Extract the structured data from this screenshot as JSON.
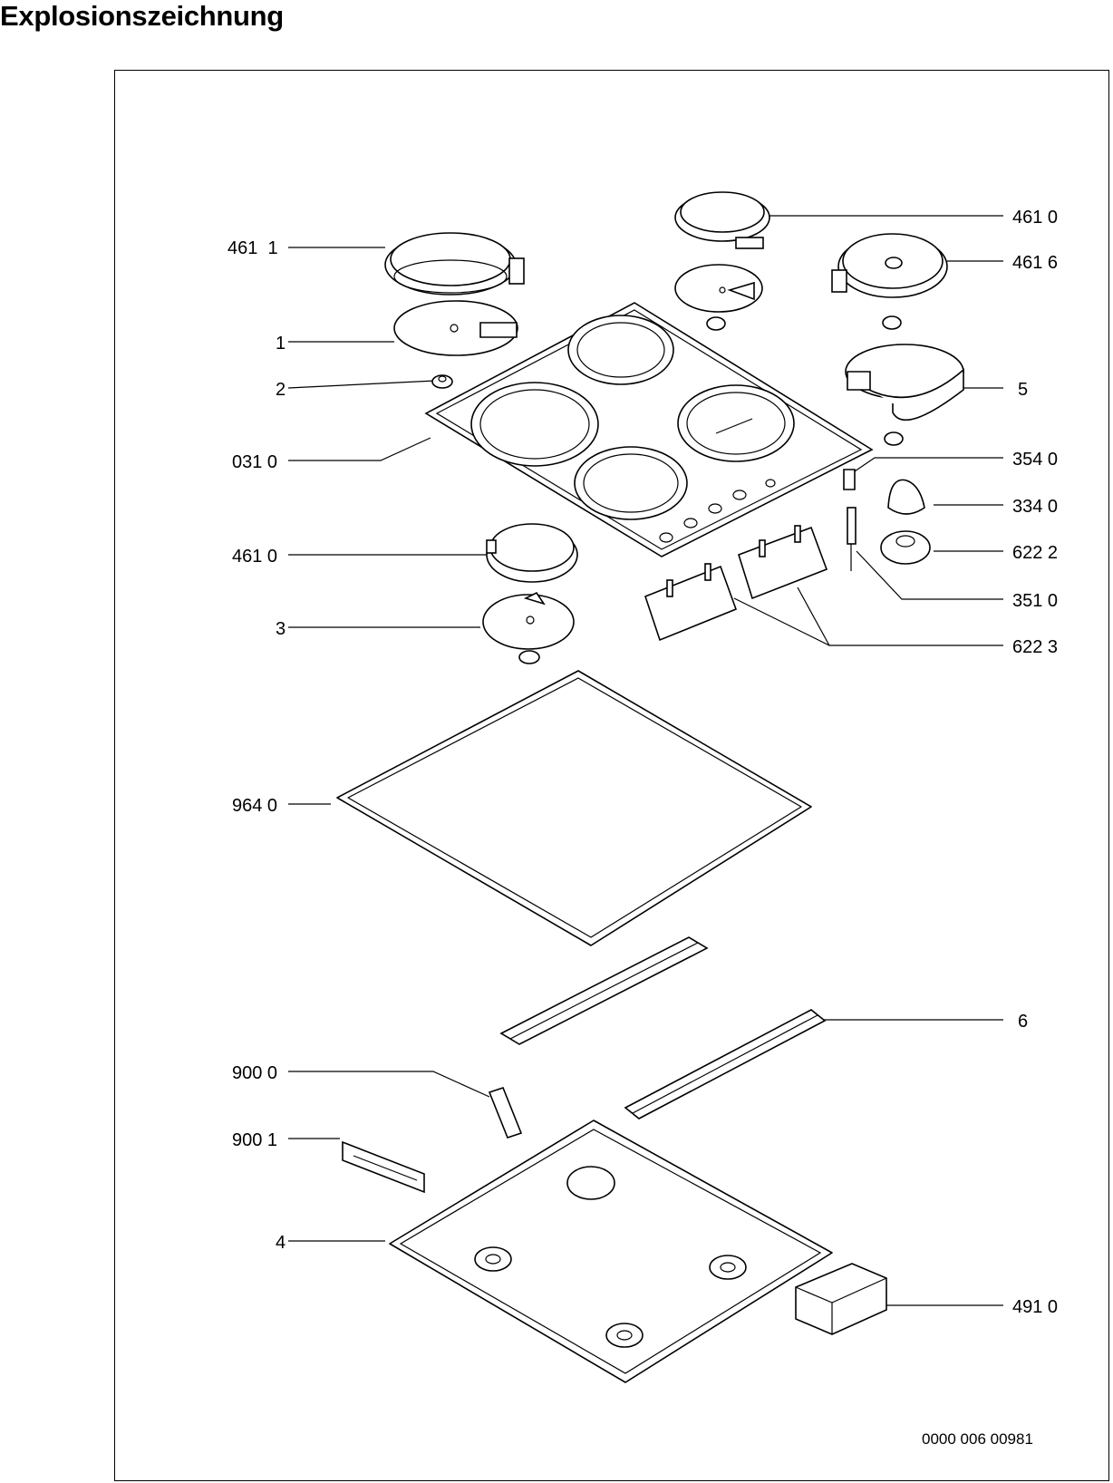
{
  "title": "Explosionszeichnung",
  "document_number": "0000 006 00981",
  "callouts": {
    "c_4611": "461  1",
    "c_4610_top": "461 0",
    "c_4616": "461 6",
    "c_1": "1",
    "c_2": "2",
    "c_5": "5",
    "c_0310": "031 0",
    "c_3540": "354 0",
    "c_3340": "334 0",
    "c_4610_mid": "461 0",
    "c_6222": "622 2",
    "c_3510": "351 0",
    "c_3": "3",
    "c_6223": "622 3",
    "c_9640": "964 0",
    "c_6": "6",
    "c_9000": "900 0",
    "c_9001": "900 1",
    "c_4": "4",
    "c_4910": "491 0"
  }
}
